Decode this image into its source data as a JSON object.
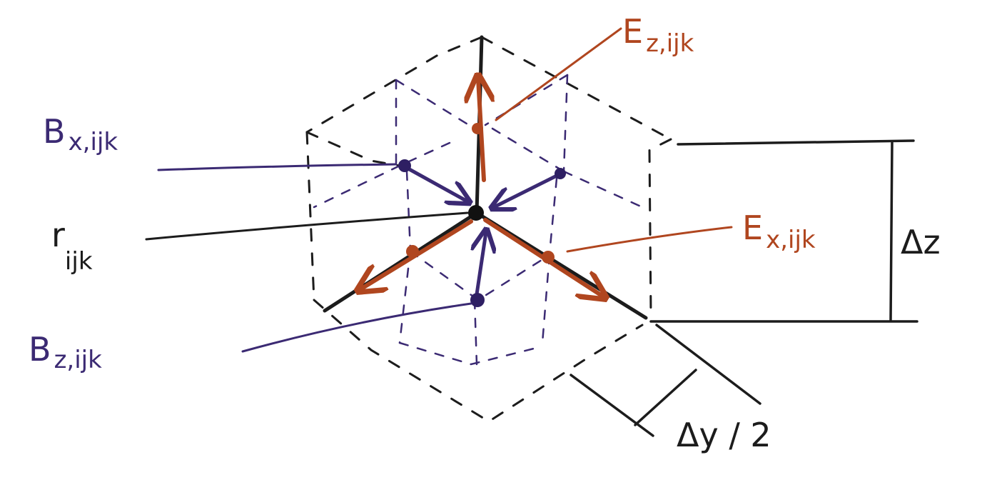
{
  "labels": {
    "e_z": {
      "main": "E",
      "sub": "z,ijk"
    },
    "b_x": {
      "main": "B",
      "sub": "x,ijk"
    },
    "r": {
      "main": "r",
      "sub": "ijk"
    },
    "e_x": {
      "main": "E",
      "sub": "x,ijk"
    },
    "b_z": {
      "main": "B",
      "sub": "z,ijk"
    },
    "delta_z": "Δz",
    "delta_y_half": "Δy / 2"
  },
  "colors": {
    "black": "#1c1c1c",
    "purple": "#3b2a73",
    "orange": "#b0461f"
  }
}
